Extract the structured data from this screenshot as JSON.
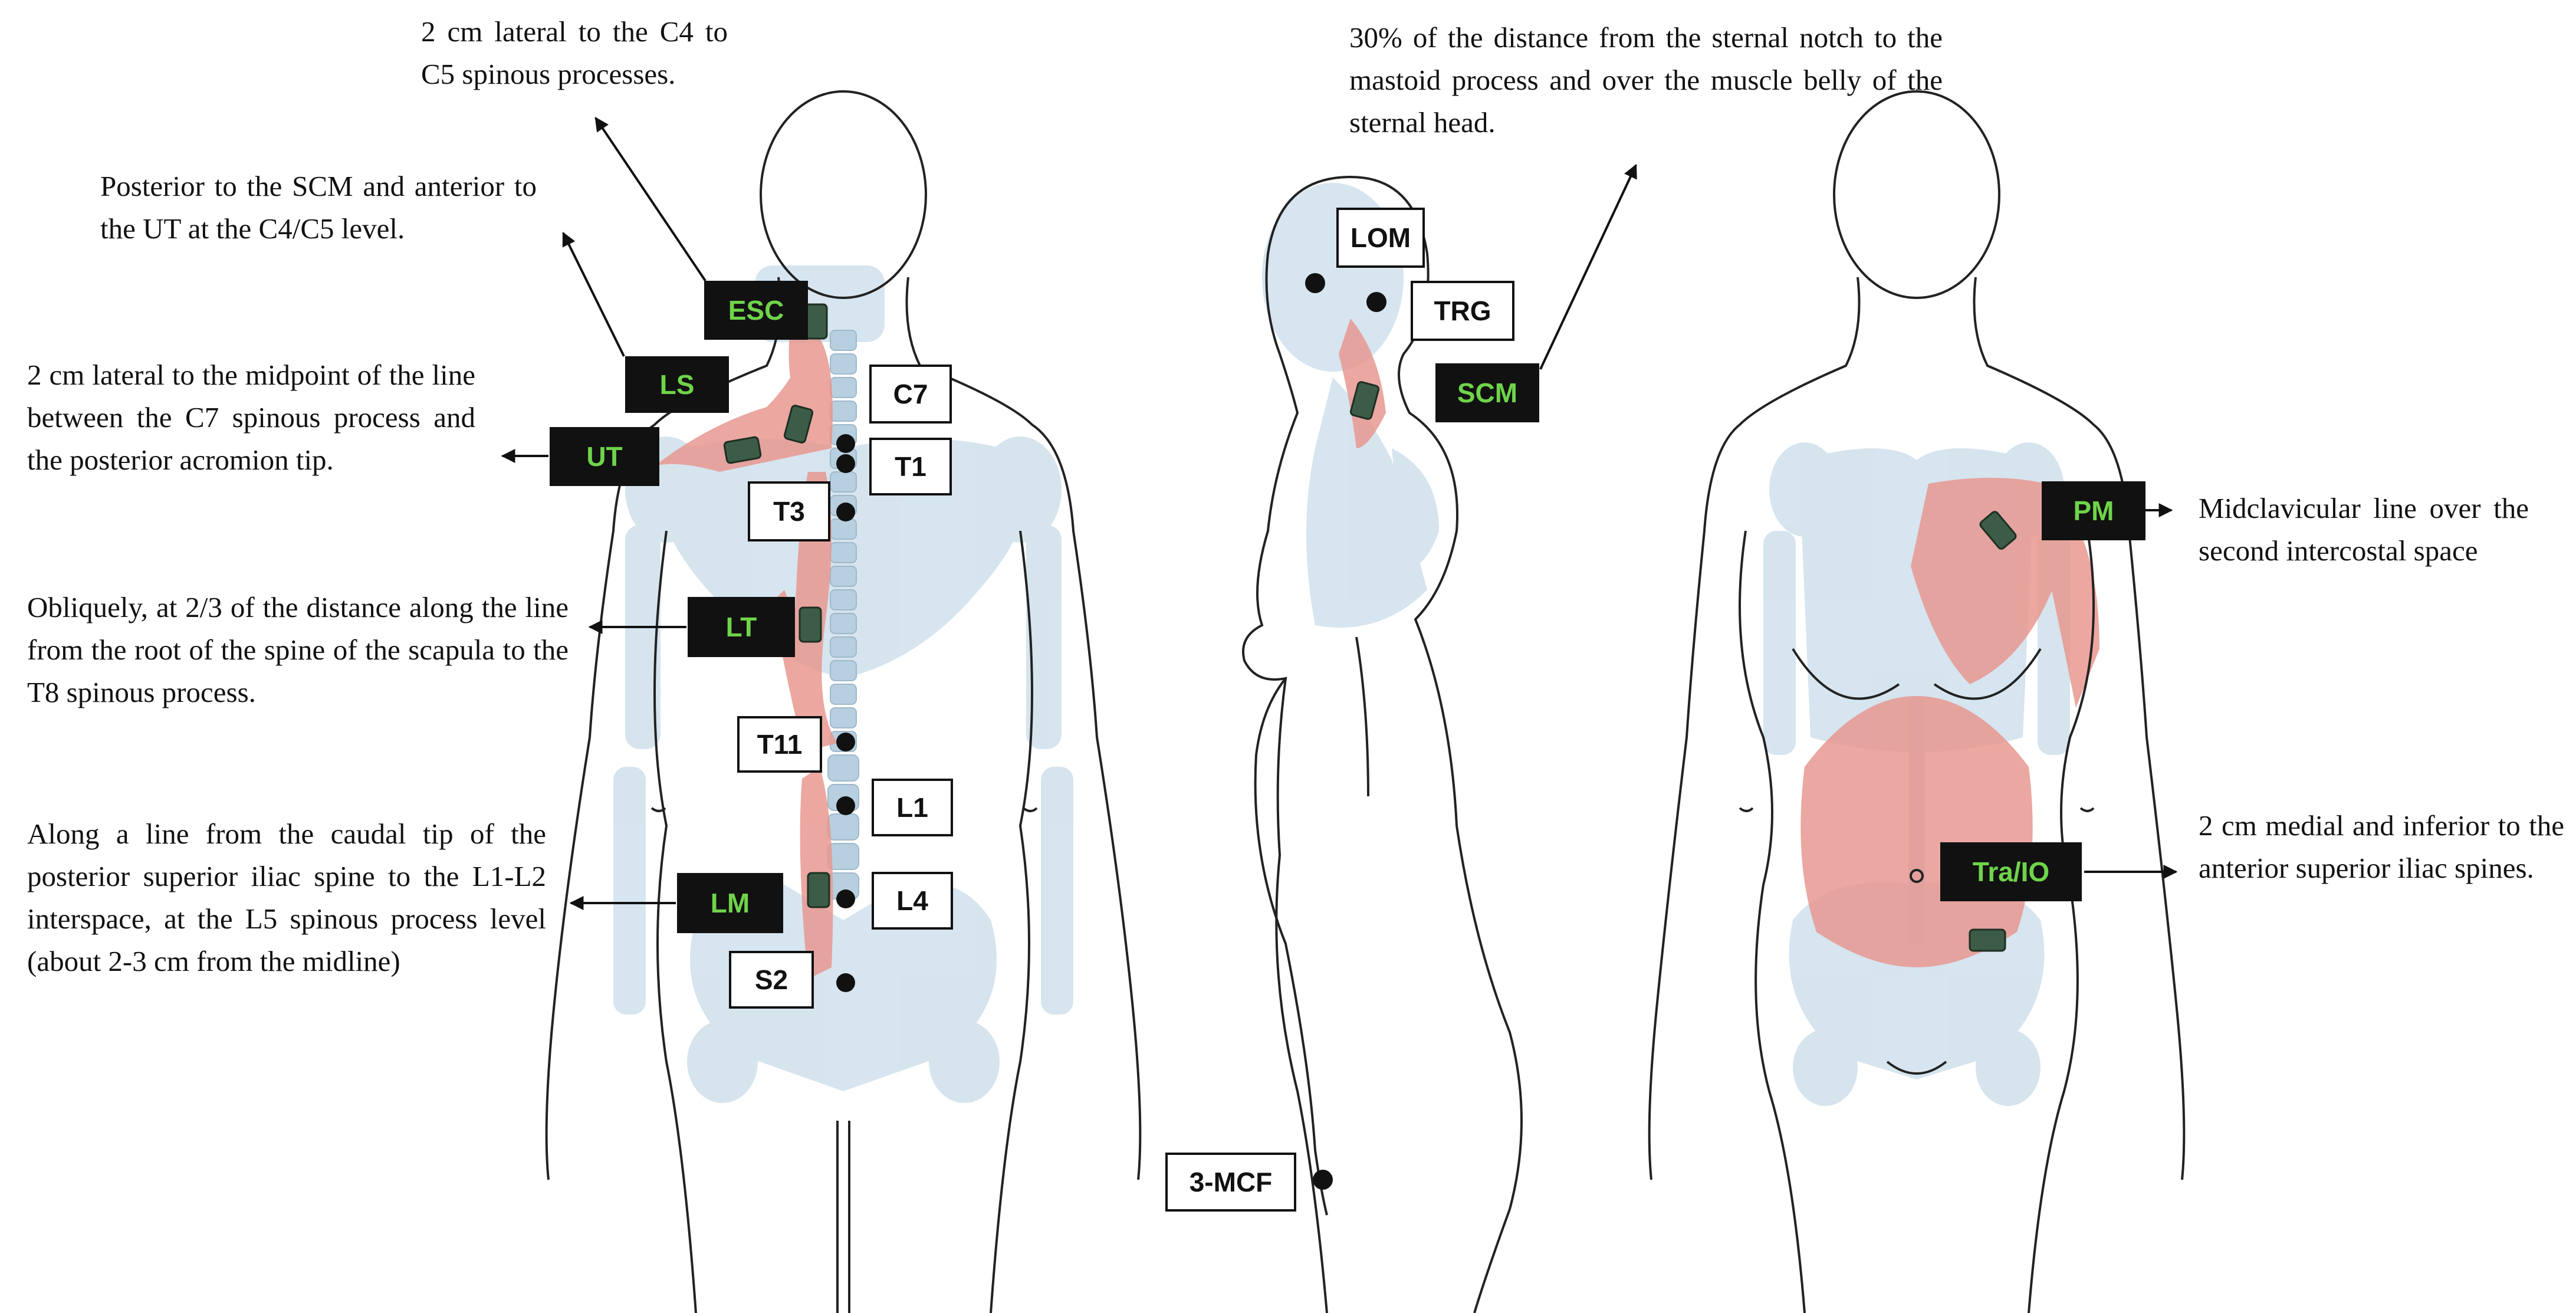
{
  "descriptions": {
    "esc": "2 cm lateral to the C4 to C5 spinous processes.",
    "ls": "Posterior to the SCM and anterior to the UT at the C4/C5 level.",
    "ut": "2 cm lateral to the midpoint of the line between the C7 spinous process and the posterior acromion tip.",
    "lt": "Obliquely, at 2/3 of the distance along the line from the root of the spine of the scapula to the T8 spinous process.",
    "lm": "Along a line from the caudal tip of the posterior superior iliac spine to the L1-L2 interspace, at the L5 spinous process level (about 2-3 cm from the midline)",
    "scm": "30% of the distance from the sternal notch to the mastoid process and over the muscle belly of the sternal head.",
    "pm": "Midclavicular line over the second intercostal space",
    "tra": "2 cm medial and inferior to the anterior superior iliac spines."
  },
  "muscle_labels": {
    "esc": "ESC",
    "ls": "LS",
    "ut": "UT",
    "lt": "LT",
    "lm": "LM",
    "scm": "SCM",
    "pm": "PM",
    "tra": "Tra/IO"
  },
  "landmark_labels": {
    "c7": "C7",
    "t1": "T1",
    "t3": "T3",
    "t11": "T11",
    "l1": "L1",
    "l4": "L4",
    "s2": "S2",
    "lom": "LOM",
    "trg": "TRG",
    "mcf": "3-MCF"
  },
  "colors": {
    "muscle": "#e89890",
    "bone": "#cfe0ec",
    "label_dark": "#111111",
    "label_text_green": "#6fd44a",
    "electrode": "#3d5c47",
    "outline": "#222222"
  }
}
